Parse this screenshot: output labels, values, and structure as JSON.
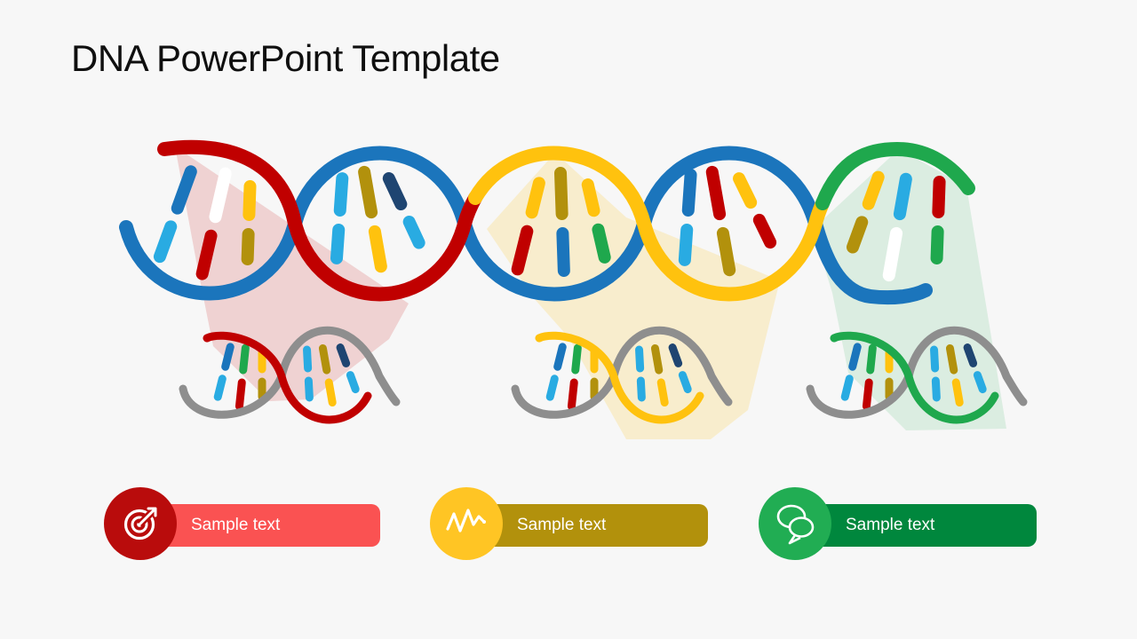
{
  "title": "DNA PowerPoint Template",
  "labels": [
    {
      "text": "Sample text",
      "icon": "target-icon"
    },
    {
      "text": "Sample text",
      "icon": "trend-icon"
    },
    {
      "text": "Sample text",
      "icon": "chat-icon"
    }
  ],
  "colors": {
    "background": "#F7F7F7",
    "title_color": "#0F0F0F",
    "blue": "#1B75BC",
    "light_blue": "#29ABE2",
    "navy": "#1F4571",
    "red": "#C00000",
    "yellow": "#FFC20E",
    "gold": "#B2910C",
    "green": "#1FA84D",
    "gray": "#8E8E8E",
    "white": "#FFFFFF",
    "coral": "#FA5252",
    "dark_red": "#B90C0C",
    "yellow_bright": "#FFC524",
    "dark_green": "#00873D",
    "green_circle": "#21AD53",
    "pink_overlay": "rgba(192,0,0,0.15)",
    "yellow_overlay": "rgba(255,194,14,0.18)",
    "green_overlay": "rgba(31,168,77,0.13)"
  }
}
